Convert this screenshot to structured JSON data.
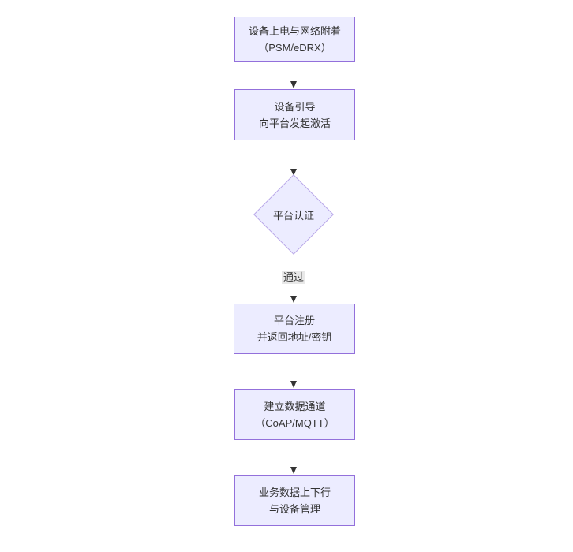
{
  "diagram": {
    "type": "flowchart",
    "direction": "top-down",
    "nodes": [
      {
        "id": "n1",
        "shape": "rect",
        "lines": [
          "设备上电与网络附着",
          "（PSM/eDRX）"
        ]
      },
      {
        "id": "n2",
        "shape": "rect",
        "lines": [
          "设备引导",
          "向平台发起激活"
        ]
      },
      {
        "id": "n3",
        "shape": "diamond",
        "lines": [
          "平台认证"
        ]
      },
      {
        "id": "n4",
        "shape": "rect",
        "lines": [
          "平台注册",
          "并返回地址/密钥"
        ]
      },
      {
        "id": "n5",
        "shape": "rect",
        "lines": [
          "建立数据通道",
          "（CoAP/MQTT）"
        ]
      },
      {
        "id": "n6",
        "shape": "rect",
        "lines": [
          "业务数据上下行",
          "与设备管理"
        ]
      }
    ],
    "edges": [
      {
        "from": "n1",
        "to": "n2",
        "label": ""
      },
      {
        "from": "n2",
        "to": "n3",
        "label": ""
      },
      {
        "from": "n3",
        "to": "n4",
        "label": "通过"
      },
      {
        "from": "n4",
        "to": "n5",
        "label": ""
      },
      {
        "from": "n5",
        "to": "n6",
        "label": ""
      }
    ],
    "colors": {
      "node_fill": "#ECECFF",
      "node_border": "#9370DB",
      "diamond_border": "#b9a7e8",
      "text": "#333333",
      "edge_line": "#333333",
      "edge_label_bg": "#e8e8e8",
      "background": "#ffffff"
    }
  }
}
